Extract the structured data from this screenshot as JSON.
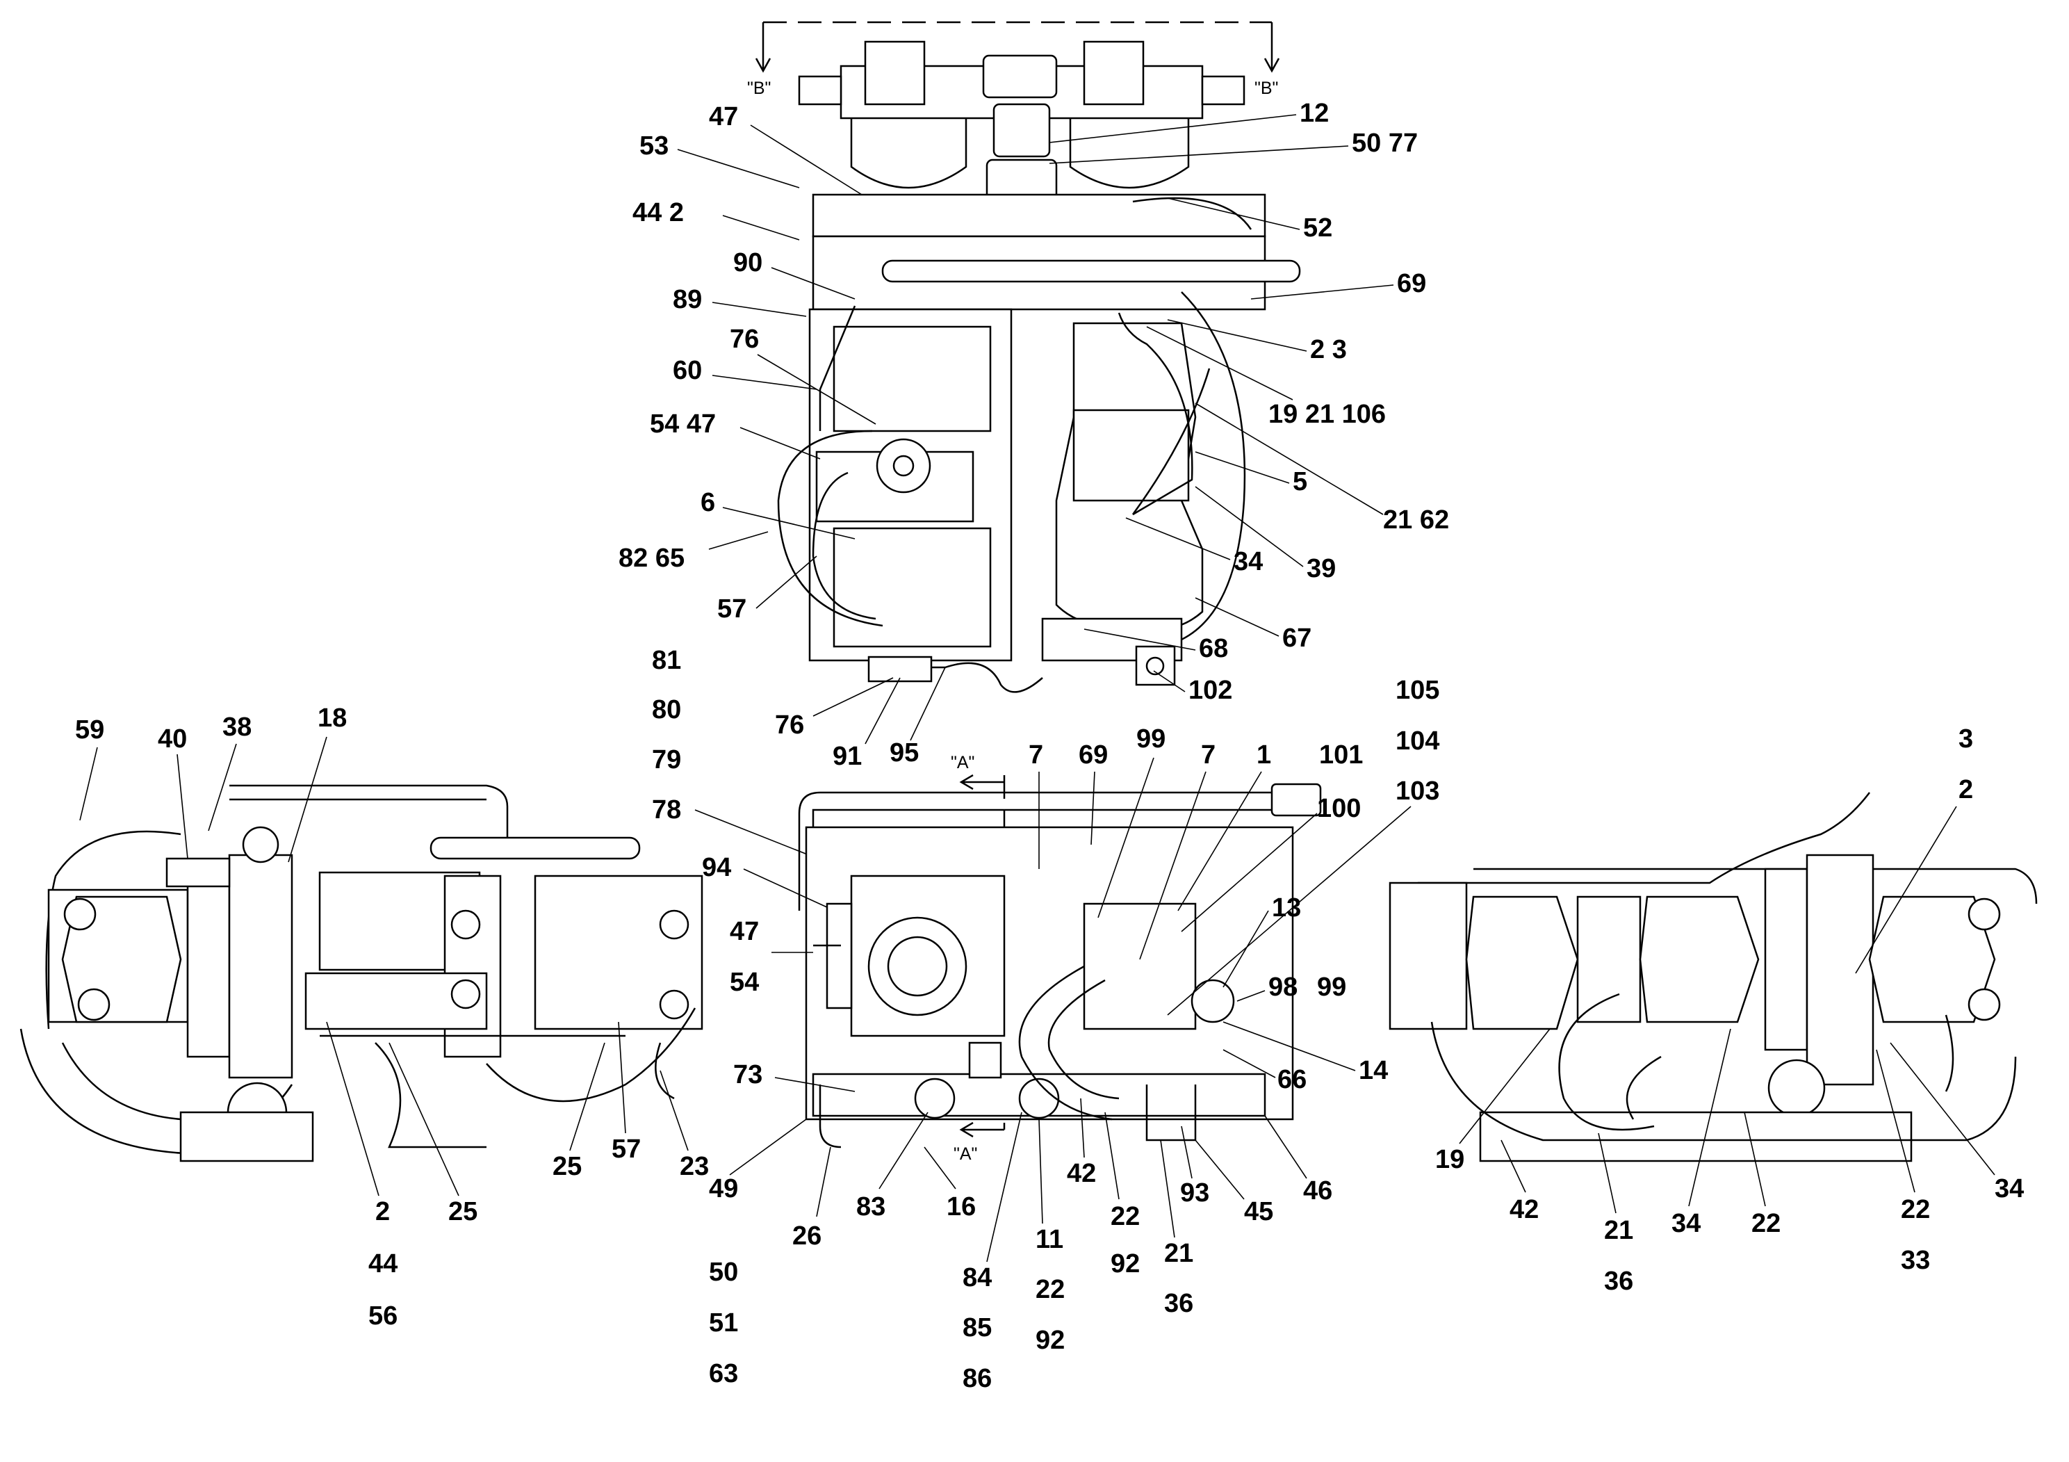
{
  "view_labels": {
    "b_left": "\"B\"",
    "b_right": "\"B\"",
    "a_top": "\"A\"",
    "a_bottom": "\"A\""
  },
  "top_view": {
    "c47": "47",
    "c12": "12",
    "c53": "53",
    "c50_77": "50  77",
    "c44_2": "44   2",
    "c52": "52",
    "c90": "90",
    "c69": "69",
    "c89": "89",
    "c2_3": "2    3",
    "c76a": "76",
    "c60": "60",
    "c19_21_106": "19   21  106",
    "c54_47": "54  47",
    "c5": "5",
    "c21_62": "21   62",
    "c6": "6",
    "c82_65": "82  65",
    "c34": "34",
    "c39": "39",
    "c57": "57",
    "c67": "67",
    "c68": "68",
    "c81": "81",
    "c80": "80",
    "c79": "79",
    "c78": "78",
    "c102": "102",
    "c76b": "76",
    "c91": "91",
    "c95": "95"
  },
  "left_view": {
    "c59": "59",
    "c40": "40",
    "c38": "38",
    "c18": "18",
    "c25a": "25",
    "c25b": "25",
    "c57": "57",
    "c23": "23",
    "c2": "2",
    "c44": "44",
    "c56": "56"
  },
  "center_view": {
    "c7a": "7",
    "c69": "69",
    "c99a": "99",
    "c7b": "7",
    "c1": "1",
    "c101": "101",
    "c105": "105",
    "c104": "104",
    "c103": "103",
    "c100": "100",
    "c94": "94",
    "c13": "13",
    "c47_54": [
      "47",
      "54"
    ],
    "c98": "98",
    "c99b": "99",
    "c14": "14",
    "c73": "73",
    "c66": "66",
    "c42": "42",
    "c22a": "22",
    "c92a": "92",
    "c93": "93",
    "c45": "45",
    "c46": "46",
    "c49": "49",
    "c26": "26",
    "c83": "83",
    "c16": "16",
    "c11": "11",
    "c22b": "22",
    "c92b": "92",
    "c21": "21",
    "c36": "36",
    "c50": "50",
    "c51": "51",
    "c63": "63",
    "c84": "84",
    "c85": "85",
    "c86": "86"
  },
  "right_view": {
    "c3": "3",
    "c2": "2",
    "c19": "19",
    "c42": "42",
    "c21": "21",
    "c36": "36",
    "c34a": "34",
    "c22a": "22",
    "c22b": "22",
    "c33": "33",
    "c34b": "34"
  }
}
